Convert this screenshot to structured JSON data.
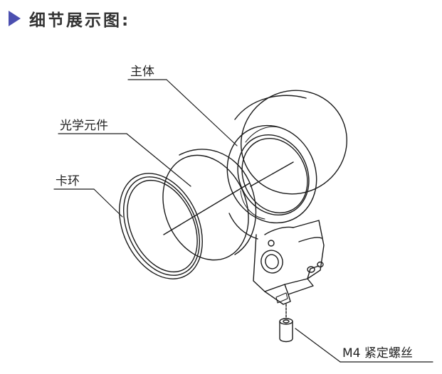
{
  "header": {
    "title": "细节展示图:",
    "accent_color": "#4b4fb0"
  },
  "labels": {
    "main_body": "主体",
    "optical_element": "光学元件",
    "clamp_ring": "卡环",
    "set_screw": "M4 紧定螺丝"
  }
}
